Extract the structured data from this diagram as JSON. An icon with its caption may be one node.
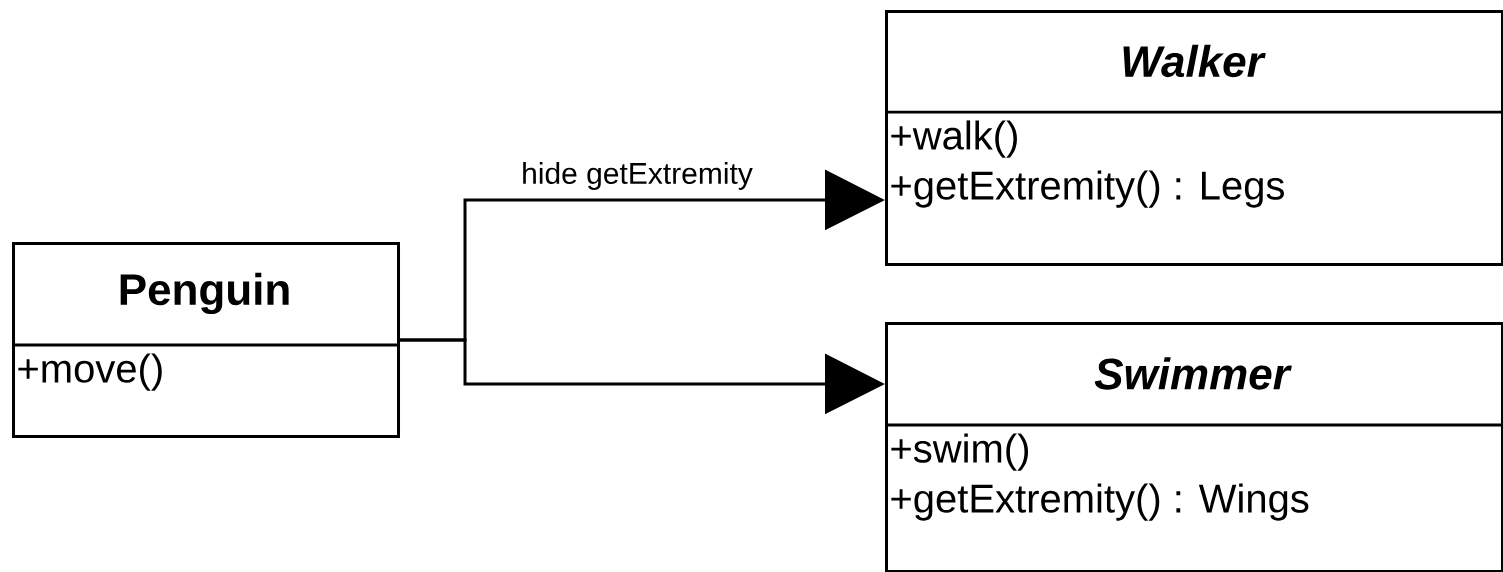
{
  "diagram": {
    "nodes": [
      {
        "text": [
          "Penguin",
          "+move()"
        ]
      },
      {
        "text": [
          "*Walker*",
          "+walk()",
          "+getExtremity() : Legs"
        ]
      },
      {
        "text": [
          "*Swimmer*",
          "+swim()",
          "+getExtremity() : Wings"
        ]
      }
    ],
    "edges": [
      {
        "from": 0,
        "to": 1,
        "arrow": "to",
        "label": "hide getExtremity"
      },
      {
        "from": 0,
        "to": 2,
        "arrow": "to"
      }
    ]
  }
}
